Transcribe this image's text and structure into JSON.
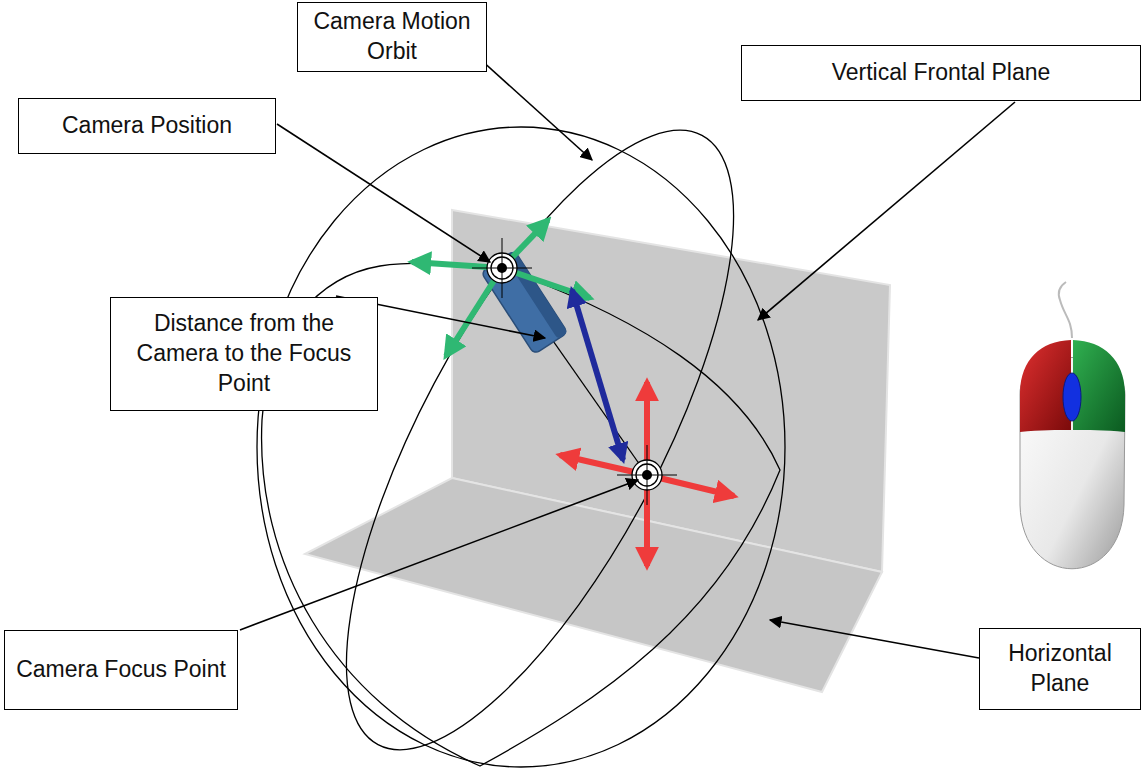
{
  "diagram": {
    "nodes": [
      {
        "text": [
          "Camera Motion Orbit"
        ]
      },
      {
        "text": [
          "Camera Position"
        ]
      },
      {
        "text": [
          "Vertical Frontal Plane"
        ]
      },
      {
        "text": [
          "Distance from the Camera to the Focus Point"
        ]
      },
      {
        "text": [
          "Camera Focus Point"
        ]
      },
      {
        "text": [
          "Horizontal Plane"
        ]
      }
    ]
  }
}
